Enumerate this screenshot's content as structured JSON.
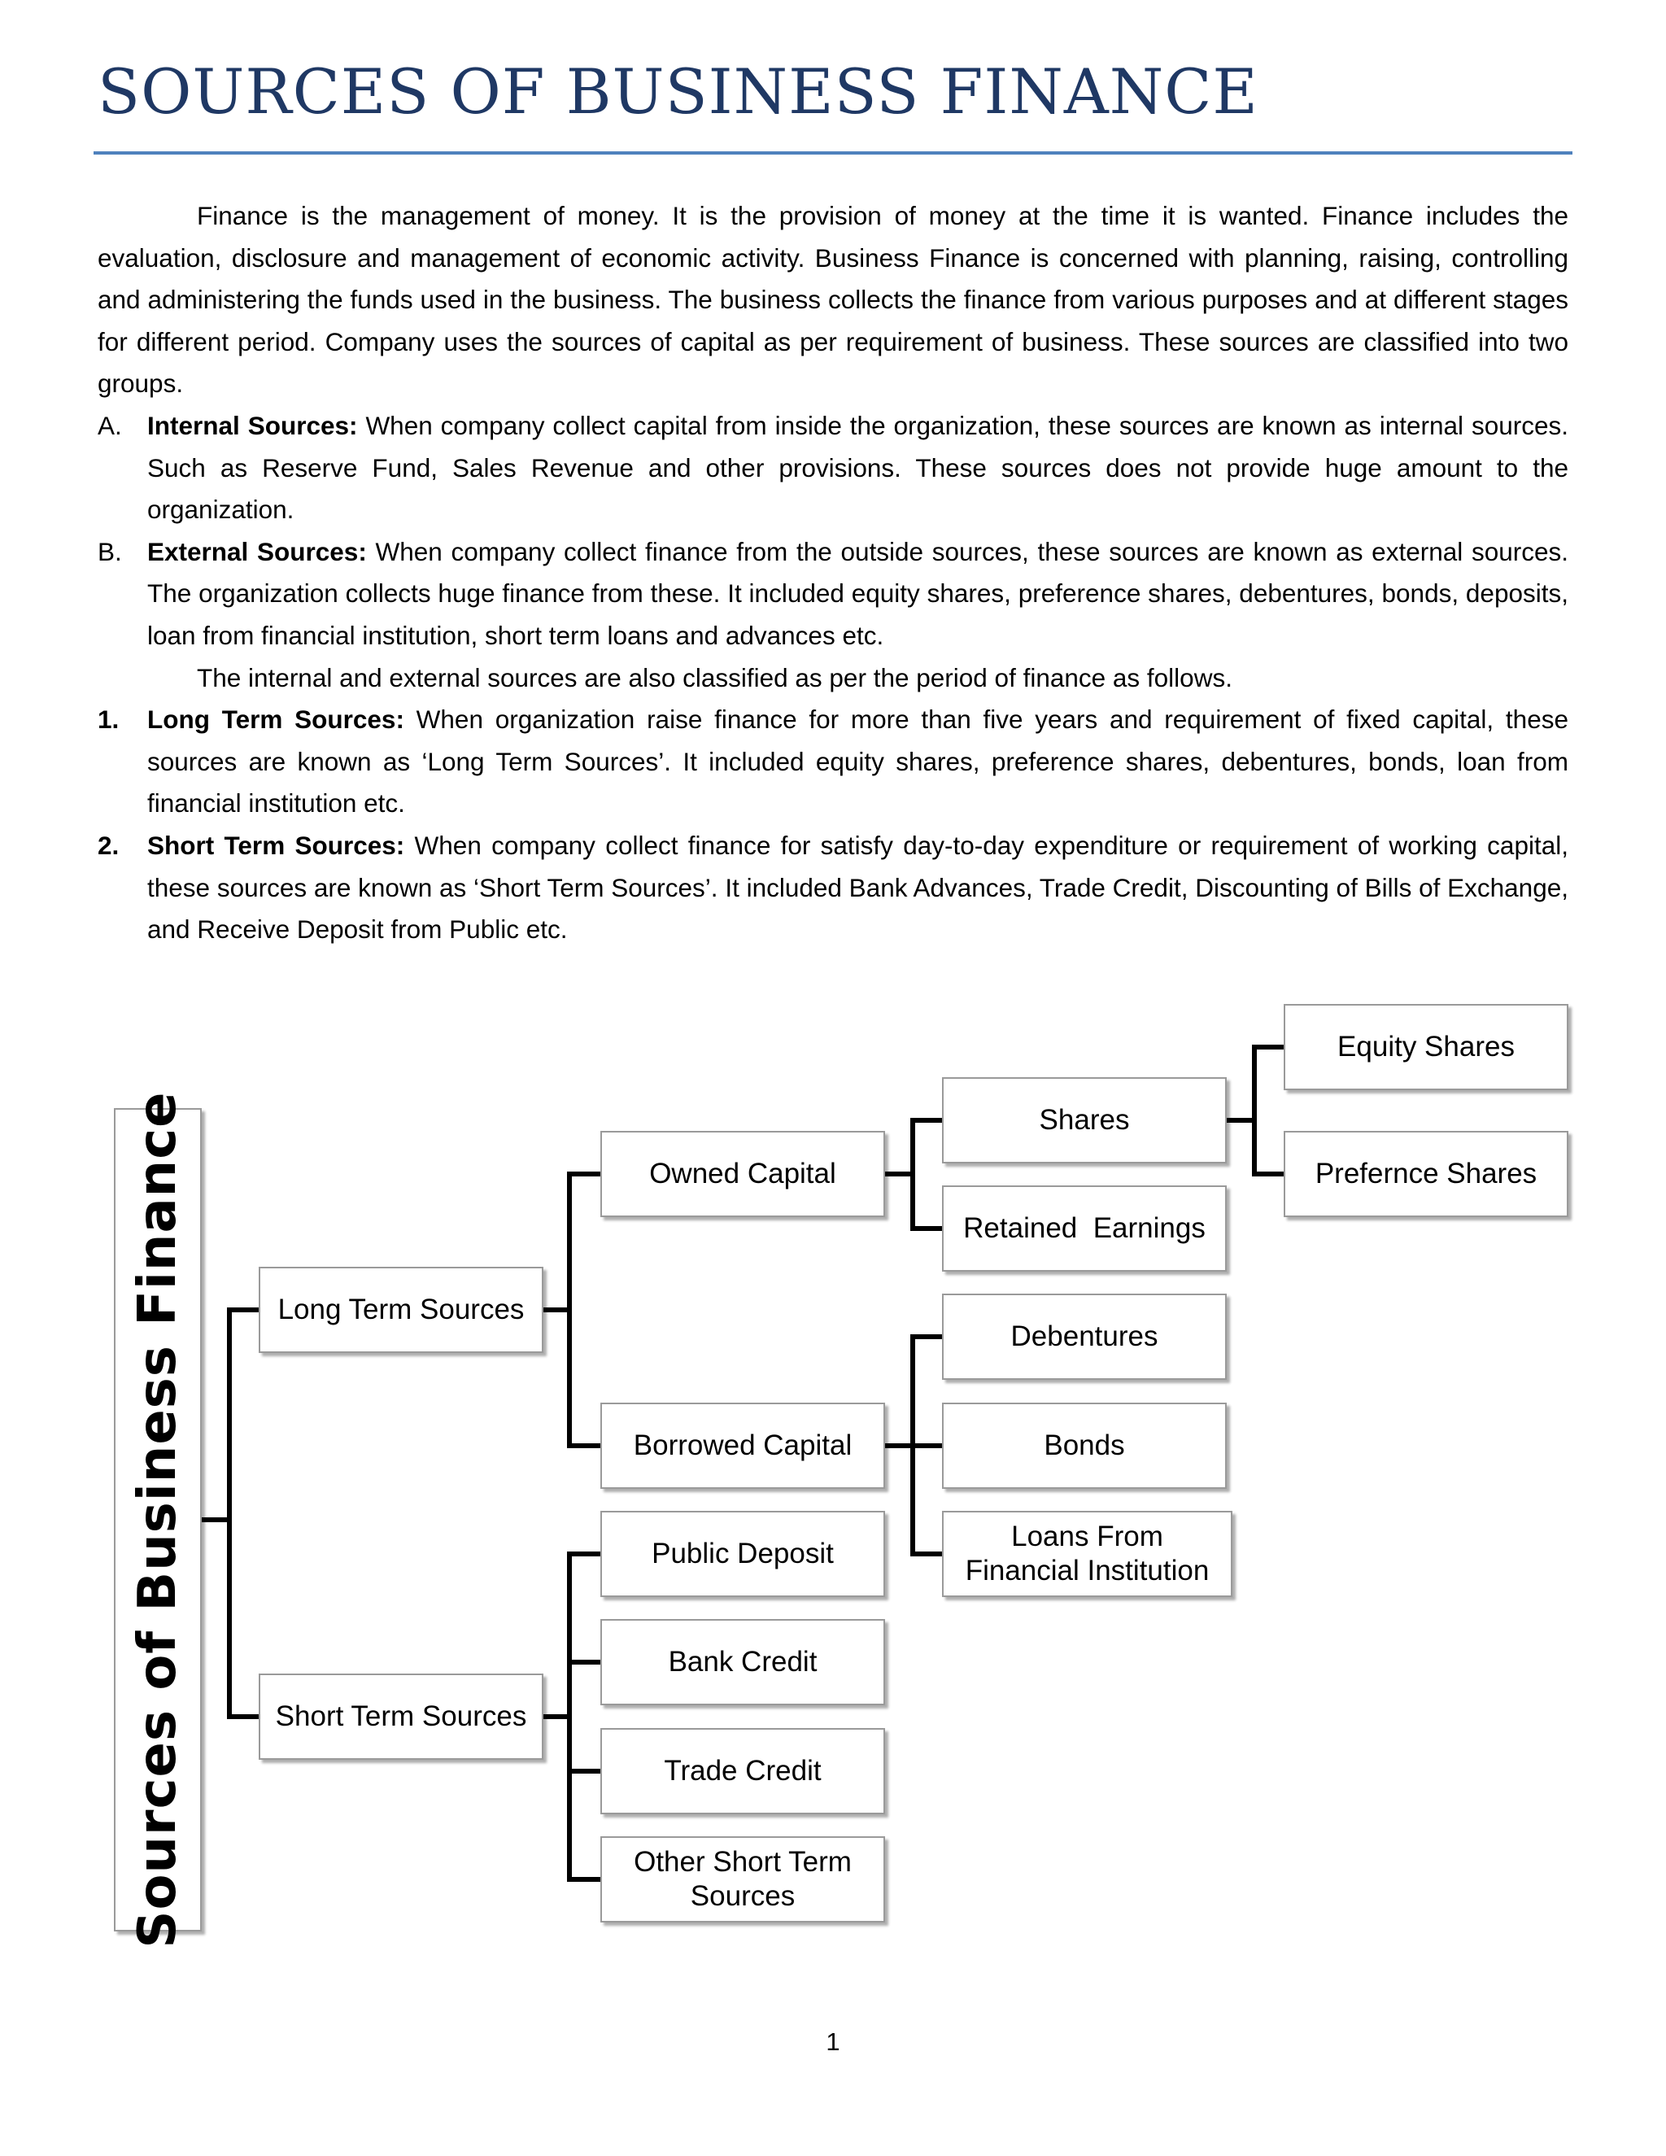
{
  "title": "SOURCES OF BUSINESS FINANCE",
  "intro": "Finance is the management of money. It is the provision of money at the time it is wanted. Finance includes the evaluation, disclosure and management of economic activity. Business Finance is concerned with planning, raising, controlling and administering the funds used in the business. The business collects the finance from various purposes and at different stages for different period. Company uses the sources of capital as per requirement of business. These sources are classified into two groups.",
  "group_items": [
    {
      "marker": "A.",
      "term": "Internal Sources:",
      "text": " When company collect capital from inside the organization, these sources are known as internal sources. Such as Reserve Fund, Sales Revenue and other provisions. These sources does not provide huge amount to the organization."
    },
    {
      "marker": "B.",
      "term": "External Sources:",
      "text": " When company collect finance from the outside sources, these sources are known as external sources. The organization collects huge finance from these. It included equity shares, preference shares, debentures, bonds, deposits, loan from financial institution, short term loans and advances etc."
    }
  ],
  "period_intro": "The internal and external sources are also classified as per the period of finance as follows.",
  "period_items": [
    {
      "marker": "1.",
      "term": "Long Term Sources:",
      "text": " When organization raise finance for more than five years and requirement of fixed capital, these sources are known as ‘Long Term Sources’.  It included equity shares, preference shares, debentures, bonds, loan from financial institution etc."
    },
    {
      "marker": "2.",
      "term": "Short Term Sources:",
      "text": " When company collect finance for satisfy day-to-day expenditure or requirement of working capital, these sources are known as ‘Short Term Sources’.  It included Bank Advances, Trade Credit, Discounting of Bills of Exchange, and Receive Deposit from Public etc."
    }
  ],
  "diagram": {
    "root": "Sources of Business Finance",
    "long_term": "Long Term Sources",
    "short_term": "Short Term Sources",
    "owned_capital": "Owned Capital",
    "borrowed_capital": "Borrowed Capital",
    "shares": "Shares",
    "retained_earnings": "Retained  Earnings",
    "equity_shares": "Equity Shares",
    "preference_shares": "Prefernce Shares",
    "debentures": "Debentures",
    "bonds": "Bonds",
    "loans_line1": "Loans From",
    "loans_line2": "Financial Institution",
    "public_deposit": "Public  Deposit",
    "bank_credit": "Bank Credit",
    "trade_credit": "Trade  Credit",
    "other_line1": "Other Short Term",
    "other_line2": "Sources"
  },
  "page_number": "1"
}
